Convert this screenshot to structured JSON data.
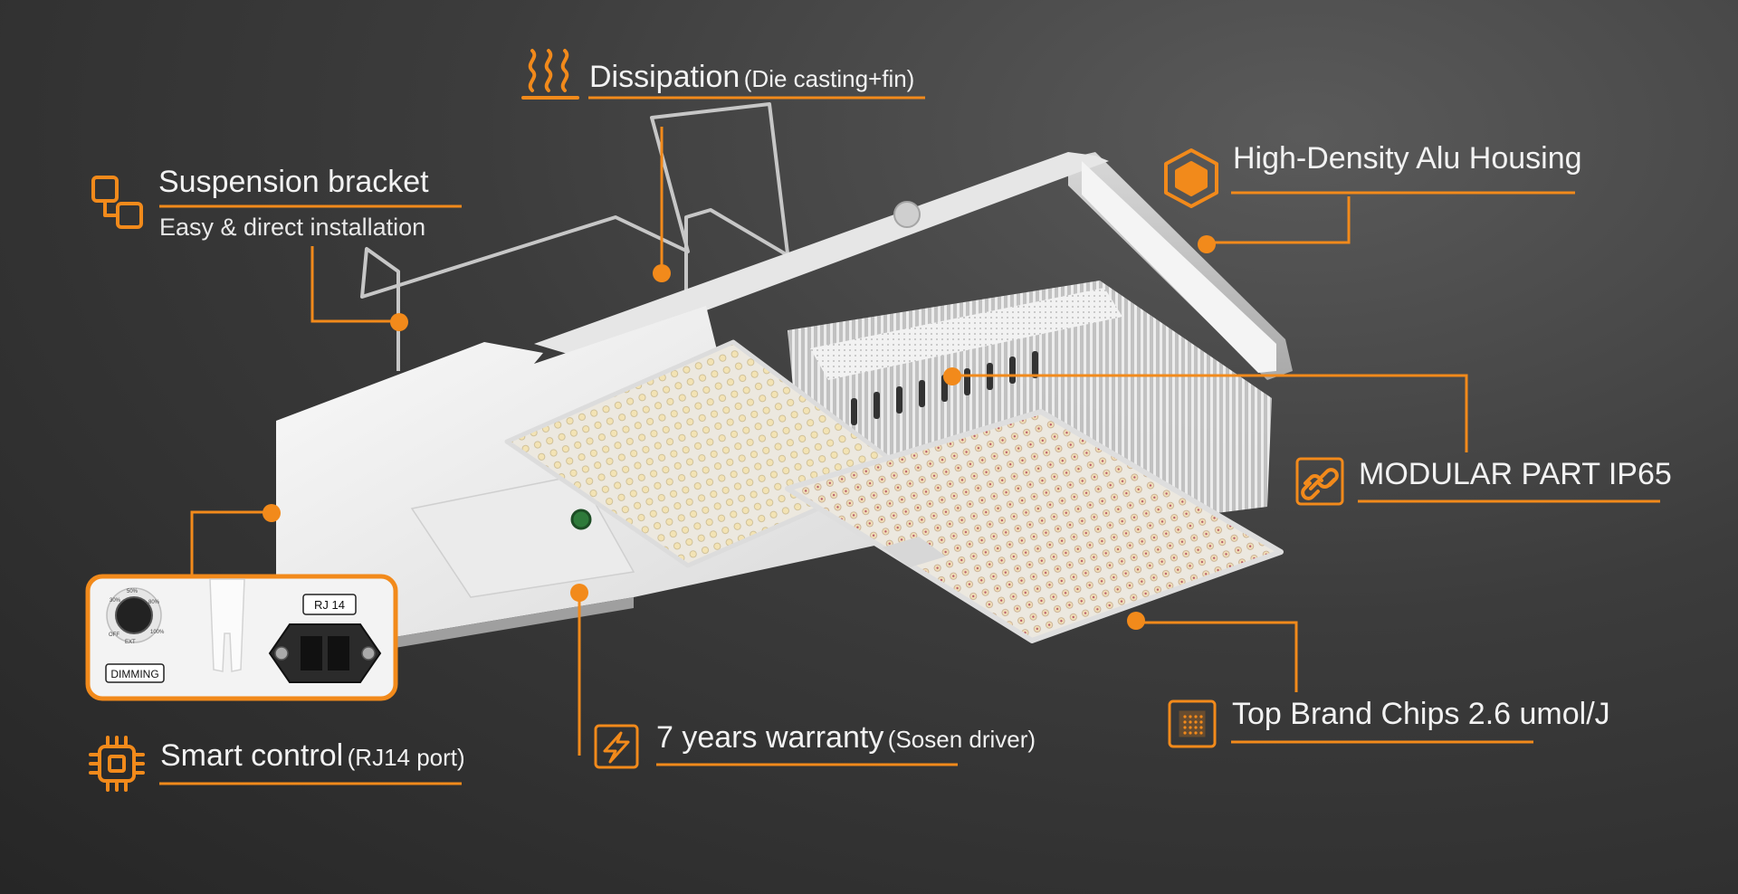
{
  "colors": {
    "accent": "#f28a1b",
    "background": "#2f2f2f",
    "product": "#eeeeee"
  },
  "features": {
    "dissipation": {
      "title": "Dissipation",
      "detail": "(Die casting+fin)",
      "icon": "heat-waves-icon"
    },
    "suspension": {
      "title": "Suspension bracket",
      "detail": "Easy & direct installation",
      "icon": "squares-icon"
    },
    "housing": {
      "title": "High-Density Alu Housing",
      "icon": "cube-icon"
    },
    "modular": {
      "title": "MODULAR PART IP65",
      "icon": "link-icon"
    },
    "chips": {
      "title": "Top Brand Chips 2.6 umol/J",
      "icon": "chip-grid-icon"
    },
    "warranty": {
      "title": "7 years warranty",
      "detail": "(Sosen driver)",
      "icon": "lightning-icon"
    },
    "smart_control": {
      "title": "Smart control",
      "detail": "(RJ14 port)",
      "icon": "processor-icon"
    }
  },
  "control_panel": {
    "dimming_label": "DIMMING",
    "port_label": "RJ 14",
    "dial_marks": [
      "EXT",
      "30%",
      "50%",
      "80%",
      "100%",
      "OFF"
    ]
  }
}
